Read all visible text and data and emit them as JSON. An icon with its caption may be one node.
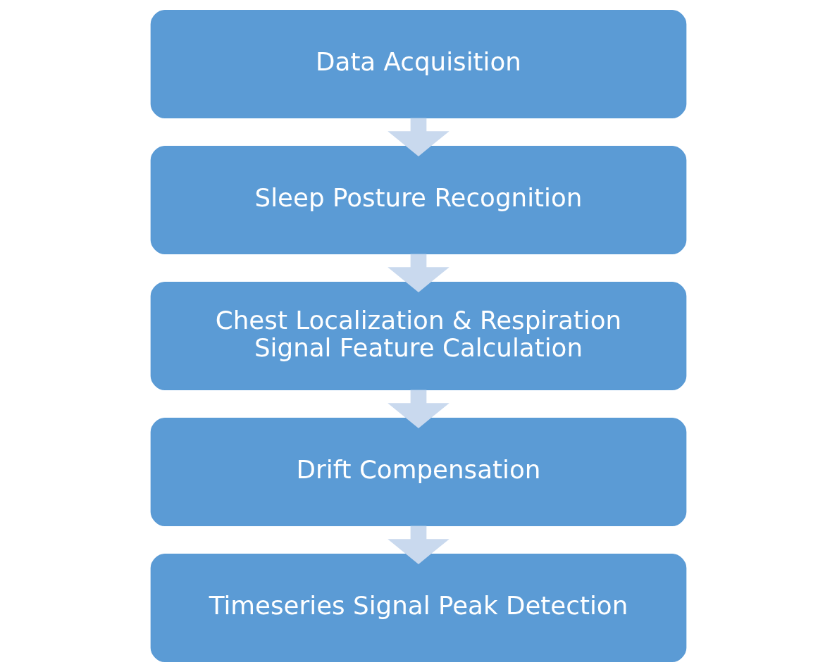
{
  "diagram": {
    "nodes": [
      {
        "text": [
          "Data Acquisition"
        ]
      },
      {
        "text": [
          "Sleep Posture Recognition"
        ]
      },
      {
        "text": [
          "Chest Localization & Respiration Signal Feature Calculation"
        ]
      },
      {
        "text": [
          "Drift Compensation"
        ]
      },
      {
        "text": [
          "Timeseries Signal Peak Detection"
        ]
      }
    ],
    "edges": [
      {
        "from": 0,
        "to": 1,
        "arrow": "to"
      },
      {
        "from": 1,
        "to": 2,
        "arrow": "to"
      },
      {
        "from": 2,
        "to": 3,
        "arrow": "to"
      },
      {
        "from": 3,
        "to": 4,
        "arrow": "to"
      }
    ]
  }
}
